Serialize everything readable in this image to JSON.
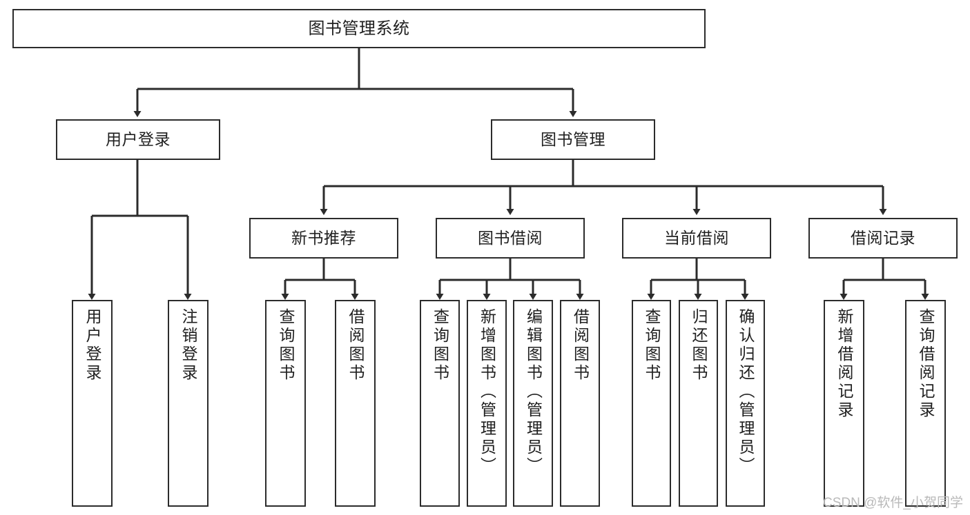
{
  "diagram": {
    "title": "图书管理系统",
    "type": "tree",
    "colors": {
      "background": "#ffffff",
      "node_border": "#2b2b2b",
      "node_fill": "#ffffff",
      "text": "#1f1f1f",
      "edge": "#2b2b2b",
      "watermark": "#b9b9b9"
    },
    "nodes": {
      "root": {
        "label": "图书管理系统"
      },
      "level2": [
        {
          "label": "用户登录"
        },
        {
          "label": "图书管理"
        }
      ],
      "level3": [
        {
          "label": "新书推荐"
        },
        {
          "label": "图书借阅"
        },
        {
          "label": "当前借阅"
        },
        {
          "label": "借阅记录"
        }
      ],
      "leaves": {
        "user_login": [
          {
            "label": "用户登录"
          },
          {
            "label": "注销登录"
          }
        ],
        "new_book_recommend": [
          {
            "label": "查询图书"
          },
          {
            "label": "借阅图书"
          }
        ],
        "book_borrow": [
          {
            "label": "查询图书"
          },
          {
            "label": "新增图书（管理员）"
          },
          {
            "label": "编辑图书（管理员）"
          },
          {
            "label": "借阅图书"
          }
        ],
        "current_borrow": [
          {
            "label": "查询图书"
          },
          {
            "label": "归还图书"
          },
          {
            "label": "确认归还（管理员）"
          }
        ],
        "borrow_record": [
          {
            "label": "新增借阅记录"
          },
          {
            "label": "查询借阅记录"
          }
        ]
      }
    },
    "watermark": "CSDN @软件_小贺同学"
  }
}
